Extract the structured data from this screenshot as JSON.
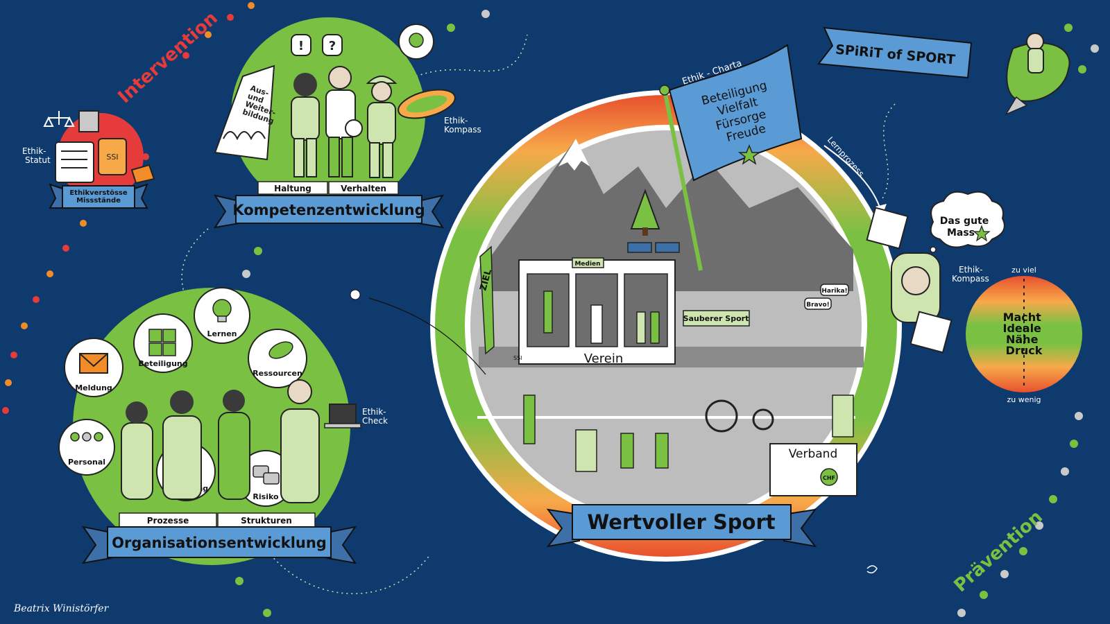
{
  "intervention": {
    "label": "Intervention",
    "statute_label": "Ethik-\nStatut",
    "banner": "Ethikverstösse\nMissstände",
    "ssi": "SSI"
  },
  "kompetenz": {
    "banner": "Kompetenzentwicklung",
    "plinth_left": "Haltung",
    "plinth_right": "Verhalten",
    "paper": "Aus-\nund\nWeiter-\nbildung",
    "compass_label": "Ethik-\nKompass",
    "bubble_1": "!",
    "bubble_2": "?"
  },
  "organisation": {
    "banner": "Organisationsentwicklung",
    "plinth_left": "Prozesse",
    "plinth_right": "Strukturen",
    "check_label": "Ethik-\nCheck",
    "icons": [
      "Meldung",
      "Beteiligung",
      "Lernen",
      "Ressourcen",
      "Personal",
      "Förderung",
      "Risiko"
    ]
  },
  "wertvoll": {
    "banner": "Wertvoller Sport",
    "charta_label": "Ethik - Charta",
    "charta_lines": [
      "Beteiligung",
      "Vielfalt",
      "Fürsorge",
      "Freude"
    ],
    "verein": "Verein",
    "medien": "Medien",
    "sauber": "Sauberer Sport",
    "verband": "Verband",
    "ziel": "ZIEL",
    "harika": "Harika!",
    "bravo": "Bravo!",
    "ssi": "SSI",
    "chf": "CHF",
    "lernprozess": "Lernprozess"
  },
  "spirit": {
    "banner": "SPiRiT of SPORT"
  },
  "praevention": {
    "label": "Prävention",
    "gute_mass": "Das gute\nMass",
    "compass_label": "Ethik-\nKompass",
    "zu_viel": "zu viel",
    "zu_wenig": "zu wenig",
    "gauge_lines": [
      "Macht",
      "Ideale",
      "Nähe",
      "Druck"
    ]
  },
  "signature": "Beatrix Winistörfer",
  "colors": {
    "background": "#0f3a6e",
    "green": "#7ac143",
    "light_green": "#cfe5b0",
    "banner_blue": "#5b9bd5",
    "red": "#e63b3b",
    "orange": "#f28c28",
    "grey": "#c9c9c9"
  }
}
